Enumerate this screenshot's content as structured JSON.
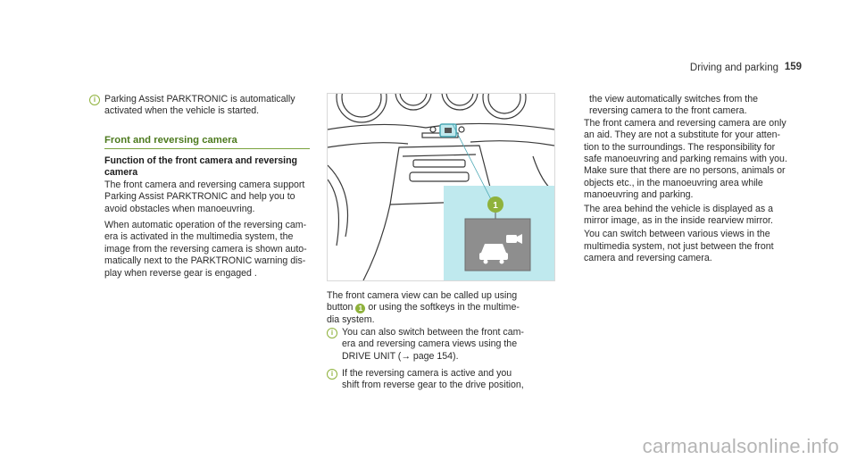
{
  "header": {
    "section_title": "Driving and parking",
    "page_number": "159"
  },
  "left_column": {
    "note1": [
      "Parking Assist PARKTRONIC is automatically",
      "activated when the vehicle is started."
    ],
    "section_heading": "Front and reversing camera",
    "subheading": [
      "Function of the front camera and reversing",
      "camera"
    ],
    "paragraph1": [
      "The front camera and reversing camera support",
      "Parking Assist PARKTRONIC and help you to",
      "avoid obstacles when manoeuvring."
    ],
    "paragraph2": [
      "When automatic operation of the reversing cam-",
      "era is activated in the multimedia system, the",
      "image from the reversing camera is shown auto-",
      "matically next to the PARKTRONIC warning dis-",
      "play when reverse gear is engaged ."
    ]
  },
  "middle_column": {
    "illustration_callout": "1",
    "caption_line1_before": "The front camera view can be called up using",
    "caption_line2_pre": "button ",
    "caption_badge": "1",
    "caption_line2_post": " or using the softkeys in the multime-",
    "caption_line3": "dia system.",
    "note2": [
      "You can also switch between the front cam-",
      "era and reversing camera views using the",
      "DRIVE UNIT (→ page 154)."
    ],
    "note3": [
      "If the reversing camera is active and you",
      "shift from reverse gear to the drive position,"
    ]
  },
  "right_column": {
    "paragraph1": [
      "the view automatically switches from the",
      "reversing camera to the front camera."
    ],
    "paragraph2": [
      "The front camera and reversing camera are only",
      "an aid. They are not a substitute for your atten-",
      "tion to the surroundings. The responsibility for",
      "safe manoeuvring and parking remains with you.",
      "Make sure that there are no persons, animals or",
      "objects etc., in the manoeuvring area while",
      "manoeuvring and parking."
    ],
    "paragraph3": [
      "The area behind the vehicle is displayed as a",
      "mirror image, as in the inside rearview mirror."
    ],
    "paragraph4": [
      "You can switch between various views in the",
      "multimedia system, not just between the front",
      "camera and reversing camera."
    ]
  },
  "icons": {
    "note": "info-note-icon",
    "camera_button": "car-camera-icon"
  },
  "colors": {
    "accent_green": "#8fb23c",
    "heading_green": "#4d7a1e",
    "panel_cyan": "#bfe9ee"
  },
  "watermark": "carmanualsonline.info"
}
